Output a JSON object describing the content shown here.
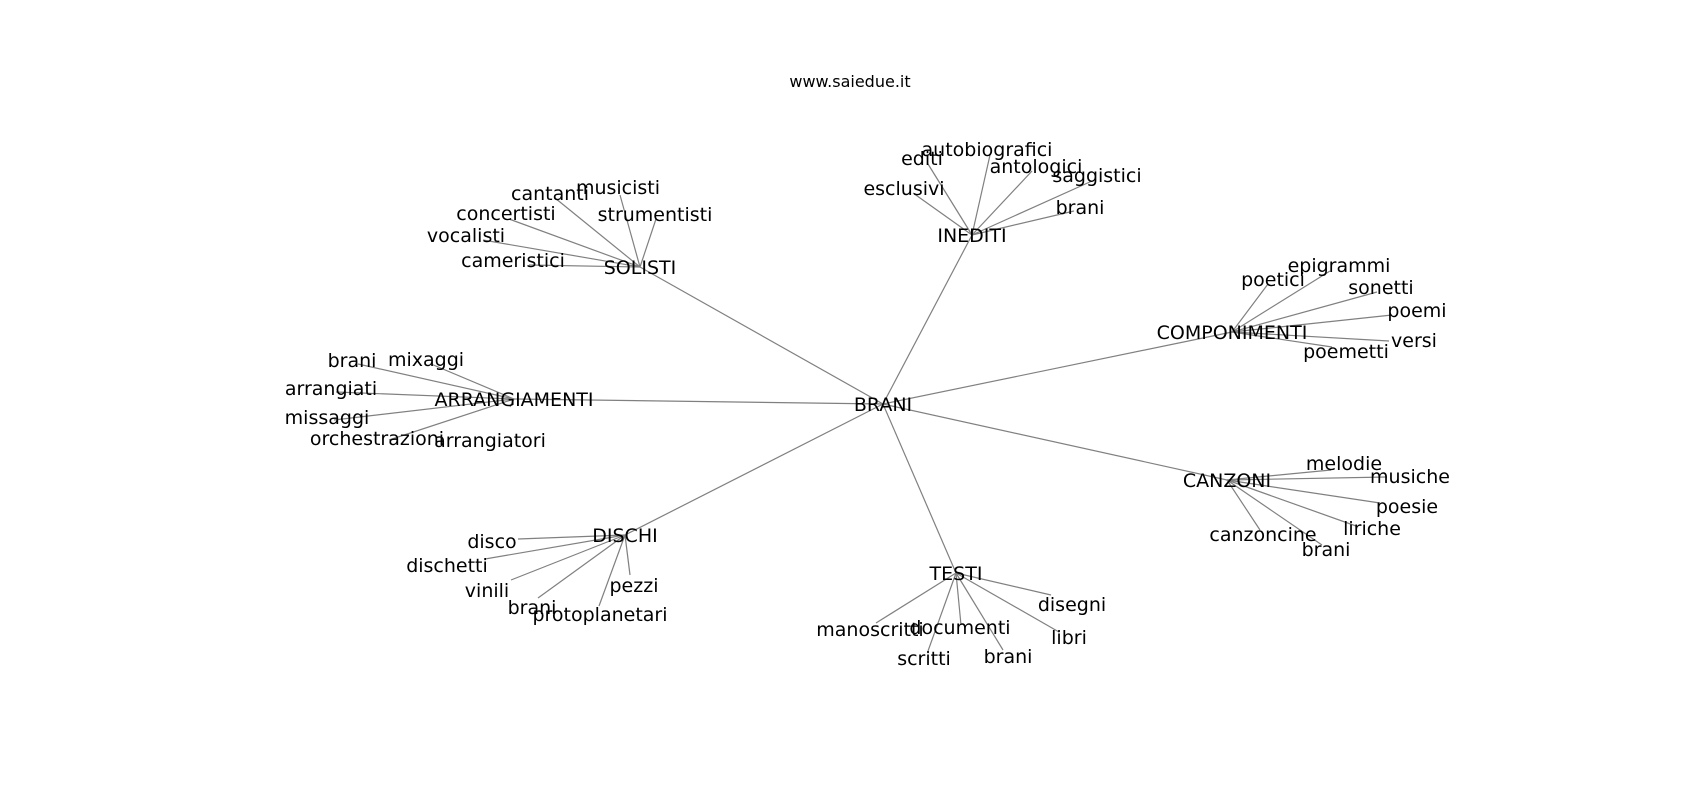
{
  "site": "www.saiedue.it",
  "root": "BRANI",
  "groups": [
    {
      "hub": "SOLISTI",
      "leaves": [
        "musicisti",
        "cantanti",
        "strumentisti",
        "concertisti",
        "vocalisti",
        "cameristici"
      ]
    },
    {
      "hub": "INEDITI",
      "leaves": [
        "autobiografici",
        "editi",
        "antologici",
        "saggistici",
        "esclusivi",
        "brani"
      ]
    },
    {
      "hub": "COMPONIMENTI",
      "leaves": [
        "epigrammi",
        "poetici",
        "sonetti",
        "poemi",
        "versi",
        "poemetti"
      ]
    },
    {
      "hub": "ARRANGIAMENTI",
      "leaves": [
        "brani",
        "mixaggi",
        "arrangiati",
        "missaggi",
        "orchestrazioni",
        "arrangiatori"
      ]
    },
    {
      "hub": "CANZONI",
      "leaves": [
        "melodie",
        "musiche",
        "poesie",
        "liriche",
        "canzoncine",
        "brani"
      ]
    },
    {
      "hub": "DISCHI",
      "leaves": [
        "disco",
        "dischetti",
        "vinili",
        "pezzi",
        "brani",
        "protoplanetari"
      ]
    },
    {
      "hub": "TESTI",
      "leaves": [
        "disegni",
        "documenti",
        "manoscritti",
        "libri",
        "scritti",
        "brani"
      ]
    }
  ]
}
